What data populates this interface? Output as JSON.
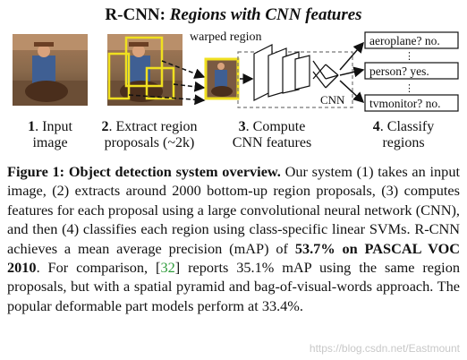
{
  "title": {
    "bold": "R-CNN:",
    "italic": "Regions with CNN features"
  },
  "diagram": {
    "warped_region_label": "warped region",
    "cnn_label": "CNN",
    "outputs": [
      "aeroplane? no.",
      "person? yes.",
      "tvmonitor? no."
    ],
    "ellipsis": "⋮"
  },
  "steps": [
    {
      "num": "1",
      "text": ". Input",
      "line2": "image"
    },
    {
      "num": "2",
      "text": ". Extract region",
      "line2": "proposals (~2k)"
    },
    {
      "num": "3",
      "text": ". Compute",
      "line2": "CNN features"
    },
    {
      "num": "4",
      "text": ". Classify",
      "line2": "regions"
    }
  ],
  "caption": {
    "fig_label": "Figure 1:",
    "fig_title": "Object detection system overview.",
    "p1": " Our system (1) takes an input image, (2) extracts around 2000 bottom-up region proposals, (3) computes features for each proposal using a large convolutional neural network (CNN), and then (4) classifies each region using class-specific linear SVMs. R-CNN achieves a mean average precision (mAP) of ",
    "highlight": "53.7% on PASCAL VOC 2010",
    "p2": ". For comparison, [",
    "ref": "32",
    "p3": "] reports 35.1% mAP using the same region proposals, but with a spatial pyramid and bag-of-visual-words approach. The popular deformable part models perform at 33.4%."
  },
  "watermark": "https://blog.csdn.net/Eastmount"
}
